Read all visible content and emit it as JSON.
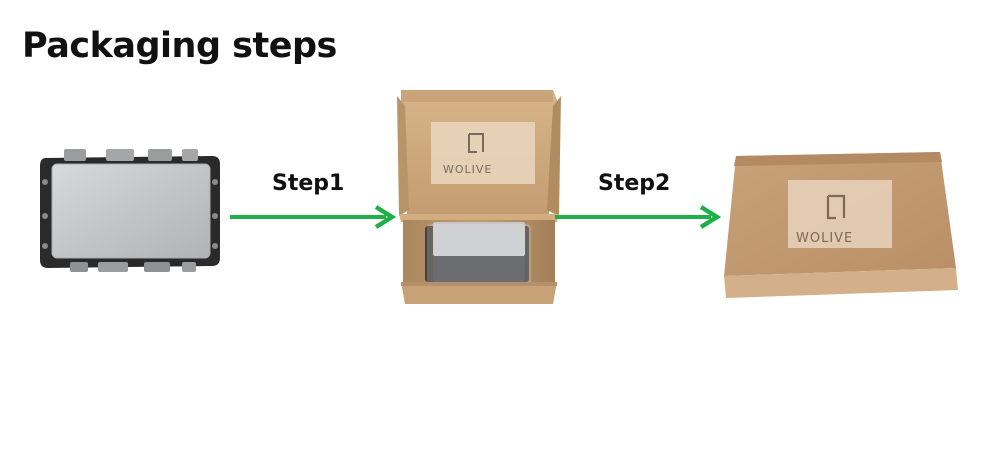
{
  "title": "Packaging steps",
  "steps": [
    {
      "label": "Step1"
    },
    {
      "label": "Step2"
    }
  ],
  "watermark": {
    "brand": "WOLIVE"
  },
  "icons": {
    "arrow": "right-arrow-icon",
    "logo": "square-bracket-logo"
  },
  "colors": {
    "arrow": "#1fb04a",
    "cardboard": "#c9a27a",
    "title": "#111111"
  }
}
